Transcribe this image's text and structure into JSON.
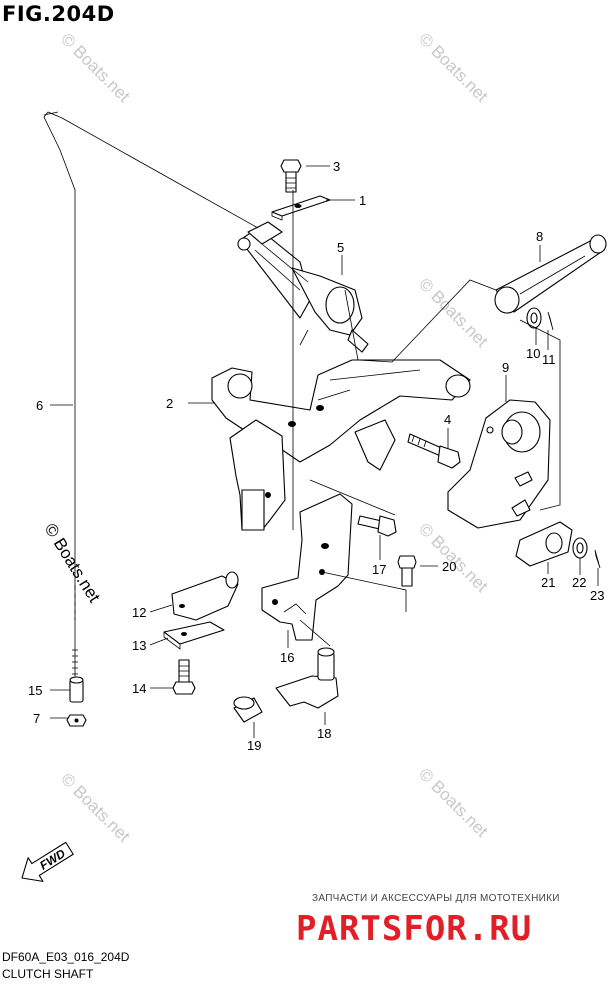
{
  "figure": {
    "title": "FIG.204D",
    "model_code": "DF60A_E03_016_204D",
    "caption": "CLUTCH SHAFT"
  },
  "callouts": [
    "1",
    "2",
    "3",
    "4",
    "5",
    "6",
    "7",
    "8",
    "9",
    "10",
    "11",
    "12",
    "13",
    "14",
    "15",
    "16",
    "17",
    "18",
    "19",
    "20",
    "21",
    "22",
    "23"
  ],
  "watermark": "© Boats.net",
  "direction_label": "FWD",
  "promo": {
    "tagline": "ЗАПЧАСТИ И АКСЕССУАРЫ ДЛЯ МОТОТЕХНИКИ",
    "logo": "PARTSFOR.RU"
  },
  "colors": {
    "line": "#000000",
    "watermark": "#c8c8c8",
    "logo": "#e01f26"
  }
}
